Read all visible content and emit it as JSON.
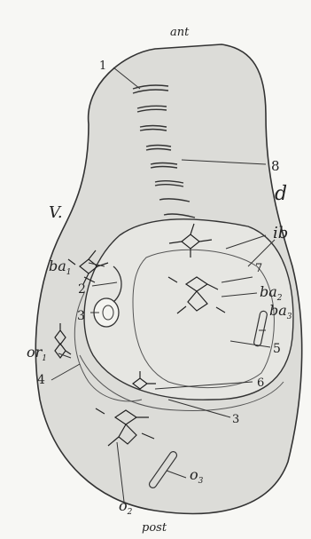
{
  "orientation": {
    "top": "ant",
    "bottom": "post"
  },
  "sides": {
    "left": "V.",
    "right": "d"
  },
  "labels": {
    "n1": "1",
    "n8": "8",
    "ib": "ib",
    "ba1": "ba",
    "ba1_sub": "1",
    "n2": "2",
    "n7": "7",
    "ba2": "ba",
    "ba2_sub": "2",
    "ba3": "ba",
    "ba3_sub": "3",
    "n3_left": "3",
    "n5": "5",
    "or1": "or",
    "or1_sub": "1",
    "n4": "4",
    "n6": "6",
    "n3_bottom": "3",
    "o3": "o",
    "o3_sub": "3",
    "o2": "o",
    "o2_sub": "2"
  }
}
